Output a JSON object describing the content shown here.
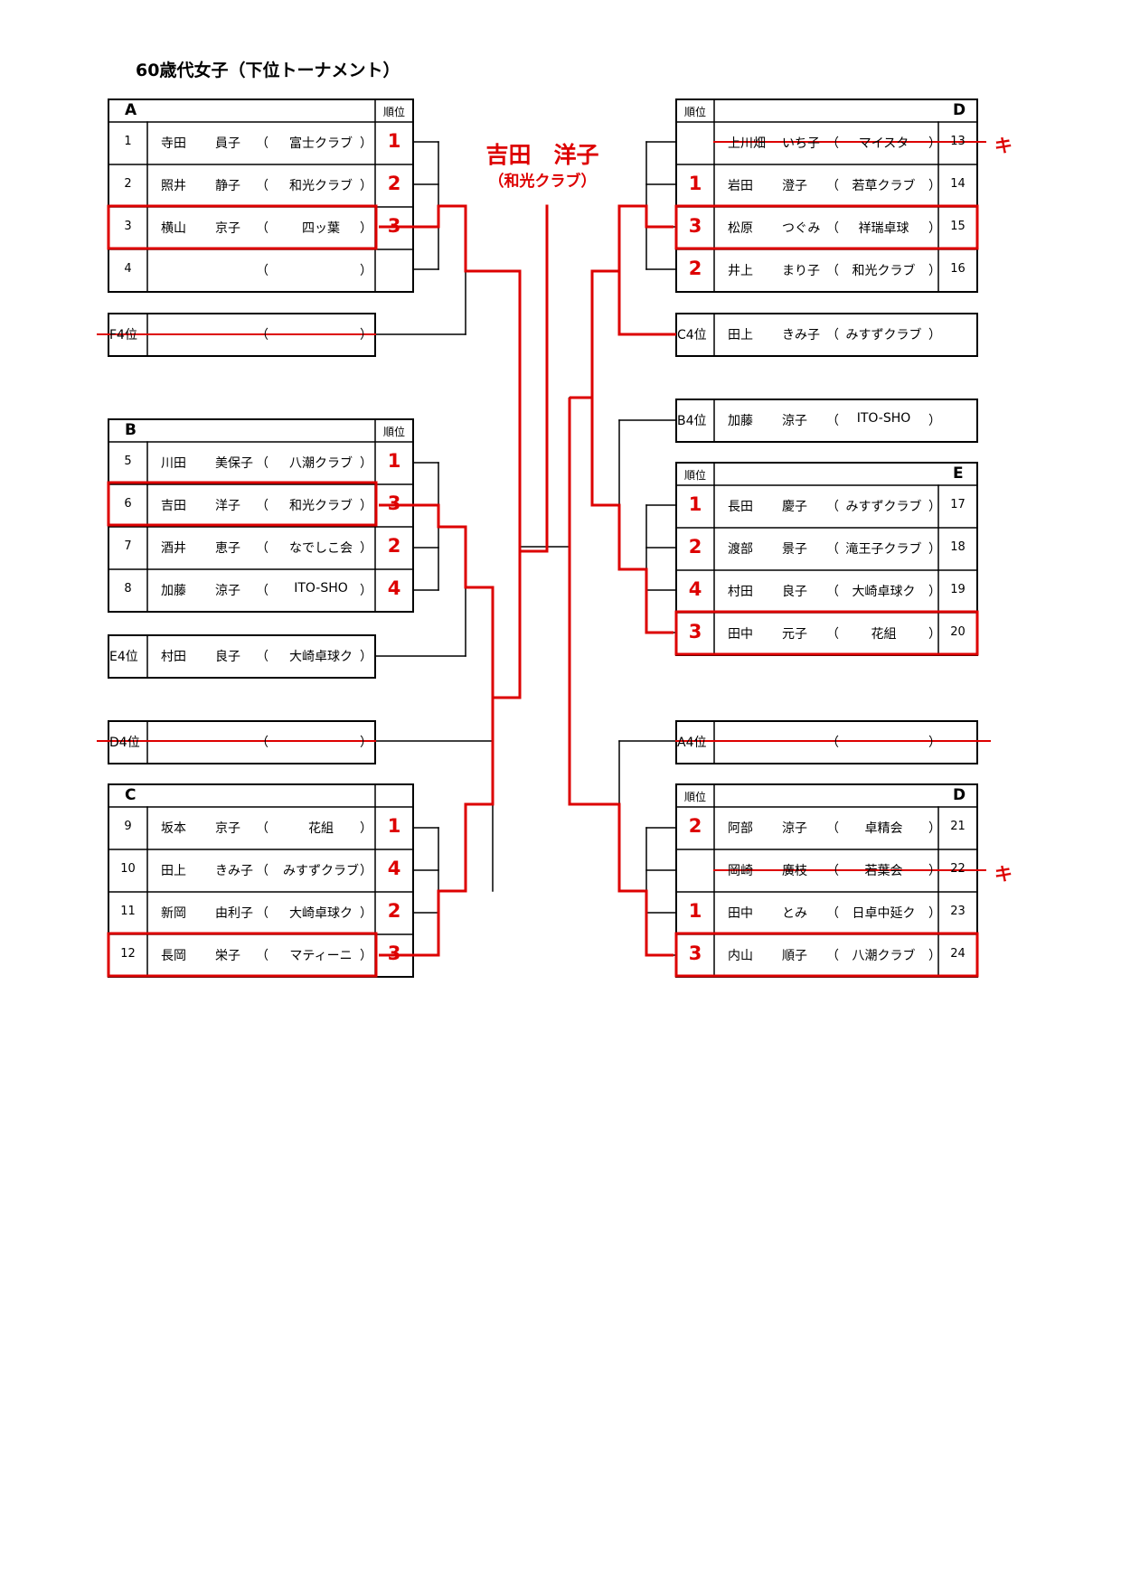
{
  "title": "60歳代女子（下位トーナメント）",
  "winner": {
    "name": "吉田　洋子",
    "club": "（和光クラブ）"
  },
  "rank_header": "順位",
  "paren_open": "（",
  "paren_close": "）",
  "groups": {
    "A": {
      "label": "A",
      "rows": [
        {
          "no": "1",
          "family": "寺田",
          "given": "員子",
          "club": "富士クラブ",
          "rank": "1"
        },
        {
          "no": "2",
          "family": "照井",
          "given": "静子",
          "club": "和光クラブ",
          "rank": "2"
        },
        {
          "no": "3",
          "family": "横山",
          "given": "京子",
          "club": "四ッ葉",
          "rank": "3"
        },
        {
          "no": "4",
          "family": "",
          "given": "",
          "club": "",
          "rank": ""
        }
      ]
    },
    "B": {
      "label": "B",
      "rows": [
        {
          "no": "5",
          "family": "川田",
          "given": "美保子",
          "club": "八潮クラブ",
          "rank": "1"
        },
        {
          "no": "6",
          "family": "吉田",
          "given": "洋子",
          "club": "和光クラブ",
          "rank": "3"
        },
        {
          "no": "7",
          "family": "酒井",
          "given": "恵子",
          "club": "なでしこ会",
          "rank": "2"
        },
        {
          "no": "8",
          "family": "加藤",
          "given": "涼子",
          "club": "ITO-SHO",
          "rank": "4"
        }
      ]
    },
    "C": {
      "label": "C",
      "rows": [
        {
          "no": "9",
          "family": "坂本",
          "given": "京子",
          "club": "花組",
          "rank": "1"
        },
        {
          "no": "10",
          "family": "田上",
          "given": "きみ子",
          "club": "みすずクラブ",
          "rank": "4"
        },
        {
          "no": "11",
          "family": "新岡",
          "given": "由利子",
          "club": "大崎卓球ク",
          "rank": "2"
        },
        {
          "no": "12",
          "family": "長岡",
          "given": "栄子",
          "club": "マティーニ",
          "rank": "3"
        }
      ]
    },
    "D1": {
      "label": "D",
      "rows": [
        {
          "no": "13",
          "family": "上川畑",
          "given": "いち子",
          "club": "マイスタ",
          "rank": ""
        },
        {
          "no": "14",
          "family": "岩田",
          "given": "澄子",
          "club": "若草クラブ",
          "rank": "1"
        },
        {
          "no": "15",
          "family": "松原",
          "given": "つぐみ",
          "club": "祥瑞卓球",
          "rank": "3"
        },
        {
          "no": "16",
          "family": "井上",
          "given": "まり子",
          "club": "和光クラブ",
          "rank": "2"
        }
      ]
    },
    "E": {
      "label": "E",
      "rows": [
        {
          "no": "17",
          "family": "長田",
          "given": "慶子",
          "club": "みすずクラブ",
          "rank": "1"
        },
        {
          "no": "18",
          "family": "渡部",
          "given": "景子",
          "club": "滝王子クラブ",
          "rank": "2"
        },
        {
          "no": "19",
          "family": "村田",
          "given": "良子",
          "club": "大崎卓球ク",
          "rank": "4"
        },
        {
          "no": "20",
          "family": "田中",
          "given": "元子",
          "club": "花組",
          "rank": "3"
        }
      ]
    },
    "D2": {
      "label": "D",
      "rows": [
        {
          "no": "21",
          "family": "阿部",
          "given": "涼子",
          "club": "卓精会",
          "rank": "2"
        },
        {
          "no": "22",
          "family": "岡崎",
          "given": "廣枝",
          "club": "若葉会",
          "rank": ""
        },
        {
          "no": "23",
          "family": "田中",
          "given": "とみ",
          "club": "日卓中延ク",
          "rank": "1"
        },
        {
          "no": "24",
          "family": "内山",
          "given": "順子",
          "club": "八潮クラブ",
          "rank": "3"
        }
      ]
    }
  },
  "fourth_place": {
    "F": {
      "label": "F4位",
      "family": "",
      "given": "",
      "club": ""
    },
    "E": {
      "label": "E4位",
      "family": "村田",
      "given": "良子",
      "club": "大崎卓球ク"
    },
    "D": {
      "label": "D4位",
      "family": "",
      "given": "",
      "club": ""
    },
    "C": {
      "label": "C4位",
      "family": "田上",
      "given": "きみ子",
      "club": "みすずクラブ"
    },
    "B": {
      "label": "B4位",
      "family": "加藤",
      "given": "涼子",
      "club": "ITO-SHO"
    },
    "A": {
      "label": "A4位",
      "family": "",
      "given": "",
      "club": ""
    }
  },
  "withdrawn_mark": "キ",
  "colors": {
    "highlight": "#dd0000",
    "border": "#000000"
  }
}
